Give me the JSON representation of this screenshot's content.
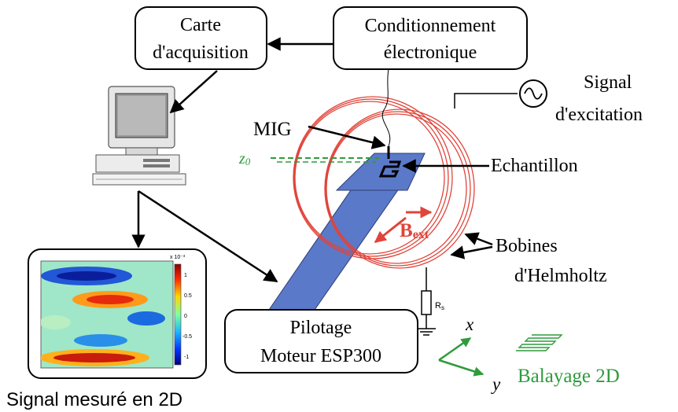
{
  "boxes": {
    "acquisition_line1": "Carte",
    "acquisition_line2": "d'acquisition",
    "conditioning_line1": "Conditionnement",
    "conditioning_line2": "électronique",
    "pilotage_line1": "Pilotage",
    "pilotage_line2": "Moteur ESP300"
  },
  "labels": {
    "signal_line1": "Signal",
    "signal_line2": "d'excitation",
    "mig": "MIG",
    "z0": "z",
    "z0_sub": "0",
    "sample": "Echantillon",
    "bext": "B",
    "bext_sub": "ext",
    "coils_line1": "Bobines",
    "coils_line2": "d'Helmholtz",
    "rs": "R",
    "rs_sub": "s",
    "axis_x": "x",
    "axis_y": "y",
    "scan": "Balayage 2D",
    "measured": "Signal mesuré en 2D",
    "heatmap_scale": "x 10⁻³",
    "colorbar_ticks": [
      "1",
      "0.5",
      "0",
      "-0.5",
      "-1"
    ]
  },
  "colors": {
    "coil": "#e0443a",
    "scan_green": "#2f9b3c",
    "plate_blue": "#5b79c9",
    "arrow_red": "#e0443a"
  }
}
